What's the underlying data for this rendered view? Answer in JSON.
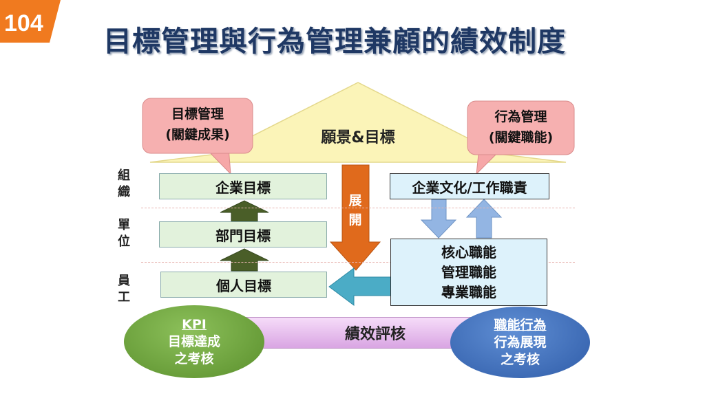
{
  "logo": {
    "text": "104"
  },
  "title": "目標管理與行為管理兼顧的績效制度",
  "roof": {
    "label": "願景&目標"
  },
  "bubbles": {
    "left": {
      "line1": "目標管理",
      "line2": "(關鍵成果)"
    },
    "right": {
      "line1": "行為管理",
      "line2": "(關鍵職能)"
    }
  },
  "row_labels": [
    "組織",
    "單位",
    "員工"
  ],
  "goal_boxes": [
    "企業目標",
    "部門目標",
    "個人目標"
  ],
  "expand_label": "展開",
  "culture_box": "企業文化/工作職責",
  "competencies": [
    "核心職能",
    "管理職能",
    "專業職能"
  ],
  "evaluation": "績效評核",
  "kpi": {
    "title": "KPI",
    "line1": "目標達成",
    "line2": "之考核"
  },
  "competency_eval": {
    "title": "職能行為",
    "line1": "行為展現",
    "line2": "之考核"
  },
  "colors": {
    "title": "#1f3864",
    "logo": "#f07a1f",
    "roof": "#fbf4b8",
    "bubble": "#f6a7a8",
    "expand_arrow": "#e06a1c",
    "up_arrow": "#4a5e28",
    "down_arrow": "#93b5e3",
    "left_arrow": "#4bacc6",
    "kpi": "#6ea03d",
    "competency_eval": "#3a68b8"
  }
}
